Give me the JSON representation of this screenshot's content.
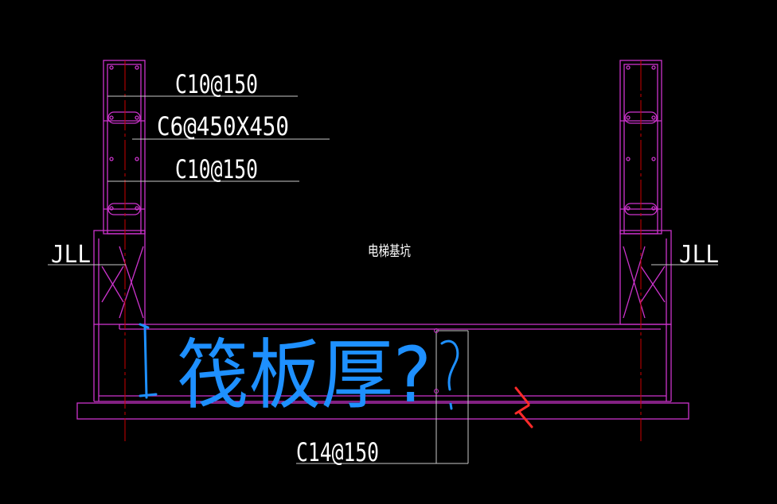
{
  "drawing": {
    "labels": {
      "top_rebar_1": "C10@150",
      "tie_rebar": "C6@450X450",
      "top_rebar_2": "C10@150",
      "left_beam": "JLL",
      "right_beam": "JLL",
      "pit_name": "电梯基坑",
      "bottom_rebar": "C14@150"
    },
    "handwriting": {
      "question": "筏板厚?"
    },
    "colors": {
      "background": "#000000",
      "structure": "#cc33cc",
      "leader": "#c8c8c8",
      "text": "#ffffff",
      "centerline": "#cc0000",
      "annotation_blue": "#1e90ff",
      "annotation_red": "#ff2a2a"
    }
  }
}
